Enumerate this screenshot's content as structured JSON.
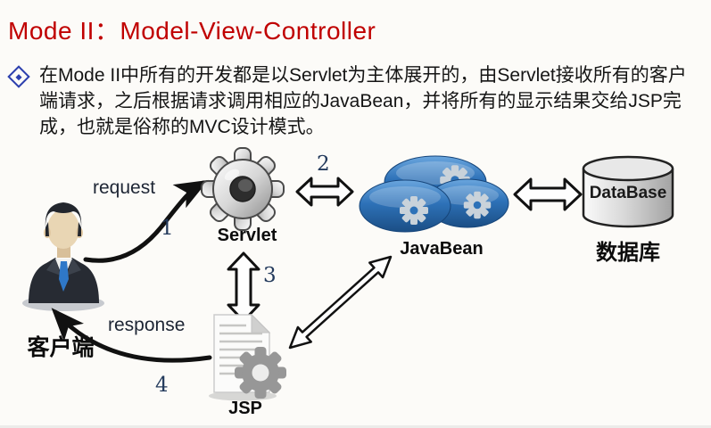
{
  "title": "Mode II：Model-View-Controller",
  "bullet": {
    "text": "在Mode II中所有的开发都是以Servlet为主体展开的，由Servlet接收所有的客户端请求，之后根据请求调用相应的JavaBean，并将所有的显示结果交给JSP完成，也就是俗称的MVC设计模式。"
  },
  "diagram": {
    "client_label": "客户端",
    "servlet_label": "Servlet",
    "javabean_label": "JavaBean",
    "database_label_en": "DataBase",
    "database_label_zh": "数据库",
    "jsp_label": "JSP",
    "request_label": "request",
    "response_label": "response",
    "step1": "1",
    "step2": "2",
    "step3": "3",
    "step4": "4"
  },
  "colors": {
    "title_red": "#C00000",
    "bullet_blue": "#2C3FAE",
    "step_number_navy": "#233A5C",
    "bean_blue": "#2E72B8",
    "arrow_black": "#111111",
    "database_gray": "#D9D9D9"
  }
}
